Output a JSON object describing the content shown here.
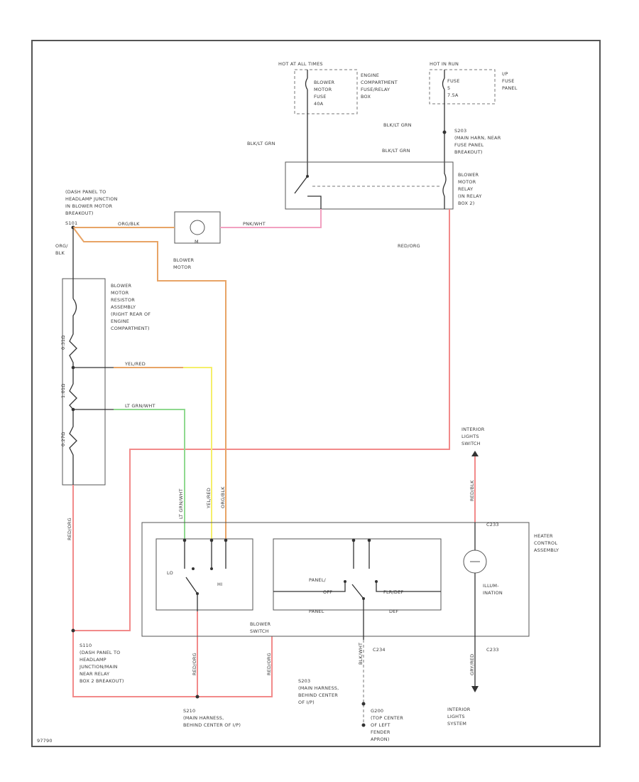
{
  "labels": {
    "hot_fuse_left": "HOT AT ALL TIMES",
    "fuse_blower": [
      "BLOWER",
      "MOTOR",
      "FUSE",
      "40A"
    ],
    "engine_comp_box": [
      "ENGINE",
      "COMPARTMENT",
      "FUSE/RELAY",
      "BOX"
    ],
    "hot_fuse_right": "HOT IN RUN",
    "fuse_right": [
      "FUSE",
      "5",
      "7.5A"
    ],
    "ip_fuse_panel": [
      "I/P",
      "FUSE",
      "PANEL"
    ],
    "wire_blk_lt_grn_right": "BLK/LT GRN",
    "splice_s203": [
      "S203",
      "(MAIN HARN, NEAR",
      "FUSE PANEL",
      "BREAKOUT)"
    ],
    "wire_blk_lt_grn_top_left": "BLK/LT GRN",
    "wire_blk_lt_grn_top_right": "BLK/LT GRN",
    "blower_relay": [
      "BLOWER",
      "MOTOR",
      "RELAY",
      "(IN RELAY",
      "BOX 2)"
    ],
    "splice_dash_panel": [
      "(DASH PANEL TO",
      "HEADLAMP JUNCTION",
      "IN BLOWER MOTOR",
      "BREAKOUT)"
    ],
    "splice_dash_panel_id": "S101",
    "wire_org_blk_motor": "ORG/BLK",
    "wire_pnk_wht": "PNK/WHT",
    "motor_m": "M",
    "blower_motor_label": [
      "BLOWER",
      "MOTOR"
    ],
    "wire_red_org": "RED/ORG",
    "wire_org_blk_left": [
      "ORG/",
      "BLK"
    ],
    "resistor_label": [
      "BLOWER",
      "MOTOR",
      "RESISTOR",
      "ASSEMBLY",
      "(RIGHT REAR OF",
      "ENGINE",
      "COMPARTMENT)"
    ],
    "resistor_values": [
      "0.31Ω",
      "1.01Ω",
      "0.27Ω"
    ],
    "wire_yel_red": "YEL/RED",
    "wire_lt_grn_wht": "LT GRN/WHT",
    "interior_lights_switch": [
      "INTERIOR",
      "LIGHTS",
      "SWITCH"
    ],
    "wire_red_org_vert_left": "RED/ORG",
    "wire_lt_grn_vert": "LT GRN/WHT",
    "wire_yel_red_vert": "YEL/RED",
    "wire_org_blk_vert": "ORG/BLK",
    "wire_red_blk_vert": "RED/BLK",
    "connector_c233_top": "C233",
    "heater_control_assembly": [
      "HEATER",
      "CONTROL",
      "ASSEMBLY"
    ],
    "switch_lo": "LO",
    "switch_hi": "HI",
    "switch_panel_def": "PANEL/",
    "switch_off": "OFF",
    "switch_floor_def": "FLR/DEF",
    "switch_panel": "PANEL",
    "switch_def": "DEF",
    "illumination": [
      "ILLUM-",
      "INATION"
    ],
    "blower_switch_label": [
      "BLOWER",
      "SWITCH"
    ],
    "splice_s110": [
      "S110",
      "(DASH PANEL TO",
      "HEADLAMP",
      "JUNCTION/MAIN",
      "NEAR RELAY",
      "BOX 2 BREAKOUT)"
    ],
    "connector_c234": "C234",
    "connector_c233_bottom": "C233",
    "wire_red_org_bottom_left": "RED/ORG",
    "wire_red_org_bottom_mid": "RED/ORG",
    "wire_blk_wht": "BLK/WHT",
    "wire_gry_red": "GRY/RED",
    "splice_s203_bottom": [
      "S203",
      "(MAIN HARNESS,",
      "BEHIND CENTER",
      "OF I/P)"
    ],
    "splice_s210": [
      "S210",
      "(MAIN HARNESS,",
      "BEHIND CENTER OF I/P)"
    ],
    "g200_label": [
      "G200",
      "(TOP CENTER",
      "OF LEFT",
      "FENDER",
      "APRON)"
    ],
    "interior_lights_system": [
      "INTERIOR",
      "LIGHTS",
      "SYSTEM"
    ],
    "footer_code": "97790"
  },
  "colors": {
    "frame": "#555555",
    "wire_orange": "#e8a466",
    "wire_red": "#f28a8a",
    "wire_pink": "#f2a0c0",
    "wire_yellow": "#f5ef6a",
    "wire_green": "#8fd98f",
    "wire_black": "#333333"
  }
}
